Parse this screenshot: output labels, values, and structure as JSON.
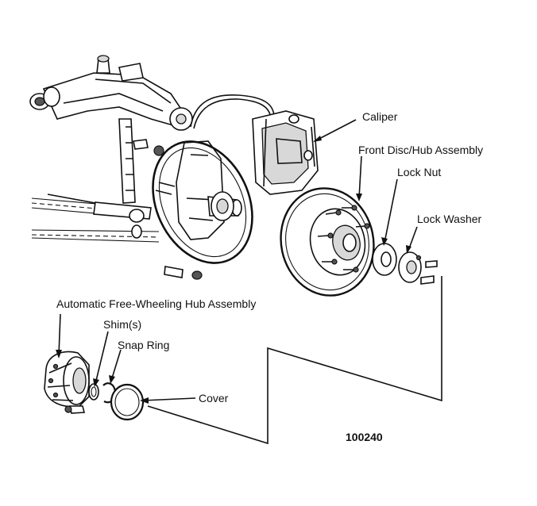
{
  "labels": {
    "caliper": "Caliper",
    "disc_hub": "Front Disc/Hub Assembly",
    "lock_nut": "Lock Nut",
    "lock_washer": "Lock Washer",
    "free_wheeling_hub": "Automatic Free-Wheeling Hub Assembly",
    "shims": "Shim(s)",
    "snap_ring": "Snap Ring",
    "cover": "Cover"
  },
  "figure_number": "100240",
  "colors": {
    "ink": "#111111",
    "paper": "#ffffff",
    "shade": "#d8d8d8"
  }
}
